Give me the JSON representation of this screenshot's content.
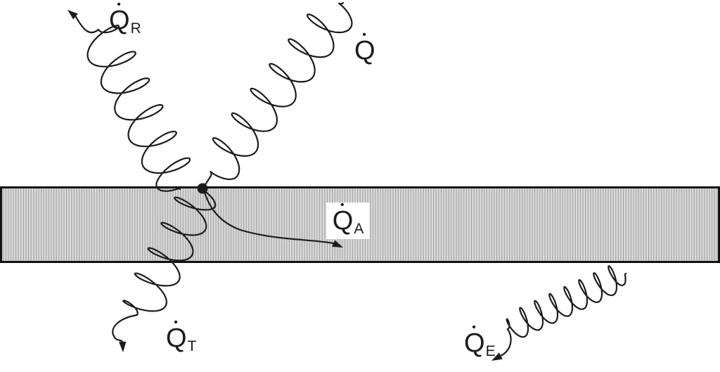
{
  "labels": {
    "incident": {
      "base": "Q",
      "overdot": "•",
      "sub": ""
    },
    "reflected": {
      "base": "Q",
      "overdot": "•",
      "sub": "R"
    },
    "absorbed": {
      "base": "Q",
      "overdot": "•",
      "sub": "A"
    },
    "transmitted": {
      "base": "Q",
      "overdot": "•",
      "sub": "T"
    },
    "emitted": {
      "base": "Q",
      "overdot": "•",
      "sub": "E"
    }
  },
  "colors": {
    "ink": "#1c1c1c",
    "page_background": "#ffffff",
    "slab_background": "#e8e8e8",
    "slab_stripe": "#979797",
    "slab_stripe_light": "#c6c6c6",
    "slab_border": "#111111"
  }
}
